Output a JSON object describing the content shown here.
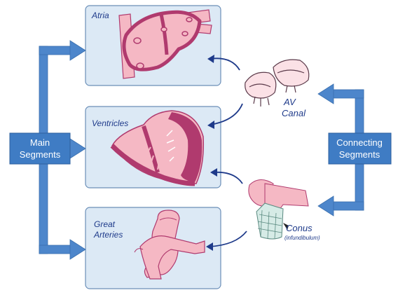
{
  "boxes": {
    "atria": "Atria",
    "ventricles": "Ventricles",
    "great_arteries_line1": "Great",
    "great_arteries_line2": "Arteries"
  },
  "main_segments": {
    "line1": "Main",
    "line2": "Segments"
  },
  "connecting_segments": {
    "line1": "Connecting",
    "line2": "Segments"
  },
  "av_canal": {
    "line1": "AV",
    "line2": "Canal"
  },
  "conus": {
    "label": "Conus",
    "sublabel": "(infundibulum)"
  },
  "colors": {
    "box_fill": "#dce9f5",
    "box_stroke": "#6b8fb8",
    "arrow_blue": "#4d86cb",
    "tissue_light": "#f5b8c4",
    "tissue_dark": "#b03a6e",
    "text_blue": "#1e3a8a"
  }
}
